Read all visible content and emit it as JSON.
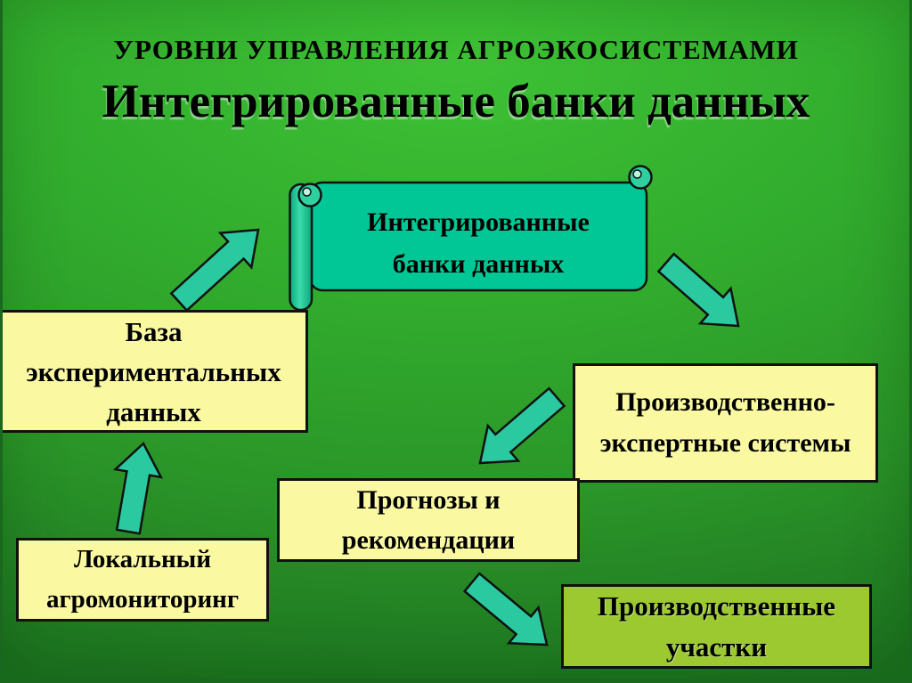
{
  "slide": {
    "kicker": "УРОВНИ УПРАВЛЕНИЯ АГРОЭКОСИСТЕМАМИ",
    "title": "Интегрированные банки данных"
  },
  "diagram": {
    "banner": {
      "label": "Интегрированные банки данных",
      "shape": "horizontal-scroll"
    },
    "boxes": {
      "experimental_database": {
        "label": "База экспериментальных данных"
      },
      "production_expert_systems": {
        "label": "Производственно-экспертные системы"
      },
      "forecasts_recommendations": {
        "label": "Прогнозы и рекомендации"
      },
      "local_agromonitoring": {
        "label": "Локальный агромониторинг"
      },
      "production_sites": {
        "label": "Производственные участки"
      }
    },
    "arrows": [
      {
        "name": "arrow-experimental-database-to-banner",
        "direction": "up-right"
      },
      {
        "name": "arrow-banner-to-production-expert-systems",
        "direction": "down-right"
      },
      {
        "name": "arrow-production-expert-systems-to-forecasts",
        "direction": "down-left"
      },
      {
        "name": "arrow-local-agromonitoring-to-experimental-database",
        "direction": "up"
      },
      {
        "name": "arrow-forecasts-to-production-sites",
        "direction": "down-right"
      }
    ]
  },
  "colors": {
    "background_top": "#3ec235",
    "background_bottom": "#1d7420",
    "frame": "#1a681d",
    "banner_fill": "#00c795",
    "arrow_fill": "#2bc9a0",
    "box_yellow": "#faf9a2",
    "box_yellow_green": "#9cc930",
    "outline": "#111111",
    "text": "#000000"
  }
}
